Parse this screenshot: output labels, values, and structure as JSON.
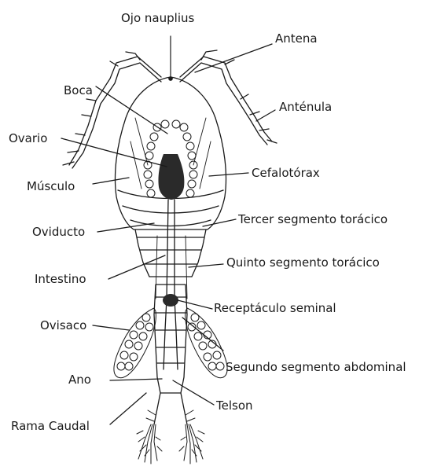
{
  "labels": {
    "ojo_nauplius": "Ojo nauplius",
    "antena": "Antena",
    "boca": "Boca",
    "antenula": "Anténula",
    "ovario": "Ovario",
    "cefalotorax": "Cefalotórax",
    "musculo": "Músculo",
    "tercer_segmento": "Tercer segmento torácico",
    "oviducto": "Oviducto",
    "quinto_segmento": "Quinto segmento torácico",
    "intestino": "Intestino",
    "receptaculo": "Receptáculo seminal",
    "ovisaco": "Ovisaco",
    "segundo_segmento": "Segundo segmento abdominal",
    "ano": "Ano",
    "telson": "Telson",
    "rama_caudal": "Rama Caudal"
  },
  "colors": {
    "ink": "#1a1a1a",
    "background": "#ffffff"
  }
}
